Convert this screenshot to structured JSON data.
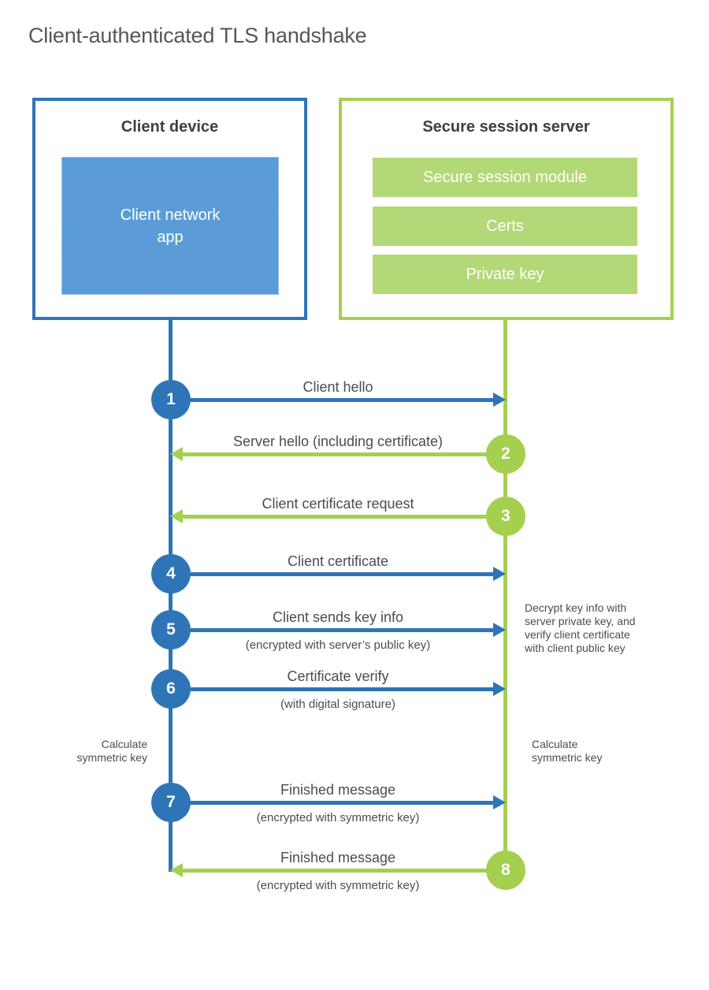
{
  "title": "Client-authenticated TLS handshake",
  "colors": {
    "blue": "#2e75b8",
    "blue_fill": "#5b9cd6",
    "green": "#a5d04f",
    "green_fill": "#b3d877",
    "heading_text": "#3e3f42",
    "label_text": "#4b4c4e",
    "title_text": "#56575b"
  },
  "client_box": {
    "title": "Client device",
    "app_label": "Client network\napp"
  },
  "server_box": {
    "title": "Secure session server",
    "modules": [
      "Secure session module",
      "Certs",
      "Private key"
    ]
  },
  "messages": [
    {
      "num": "1",
      "from": "client",
      "label": "Client hello",
      "sub": ""
    },
    {
      "num": "2",
      "from": "server",
      "label": "Server hello (including certificate)",
      "sub": ""
    },
    {
      "num": "3",
      "from": "server",
      "label": "Client certificate request",
      "sub": ""
    },
    {
      "num": "4",
      "from": "client",
      "label": "Client certificate",
      "sub": ""
    },
    {
      "num": "5",
      "from": "client",
      "label": "Client sends key info",
      "sub": "(encrypted with server’s public key)"
    },
    {
      "num": "6",
      "from": "client",
      "label": "Certificate verify",
      "sub": "(with digital signature)"
    },
    {
      "num": "7",
      "from": "client",
      "label": "Finished message",
      "sub": "(encrypted with symmetric key)"
    },
    {
      "num": "8",
      "from": "server",
      "label": "Finished message",
      "sub": "(encrypted with symmetric key)"
    }
  ],
  "notes": {
    "decrypt": "Decrypt key info with\nserver private key, and\nverify client certificate\nwith client public key",
    "calc_left": "Calculate\nsymmetric key",
    "calc_right": "Calculate\nsymmetric key"
  }
}
